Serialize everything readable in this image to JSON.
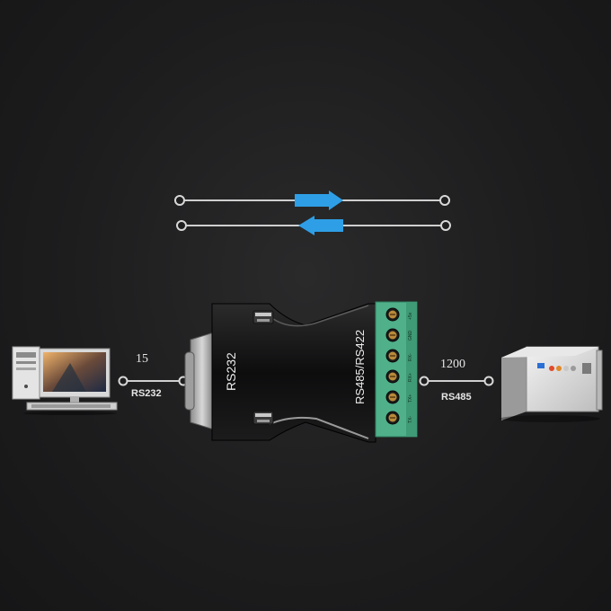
{
  "left_link": {
    "distance": "15",
    "protocol": "RS232"
  },
  "right_link": {
    "distance": "1200",
    "protocol": "RS485"
  },
  "device": {
    "left_port_label": "RS232",
    "right_port_label": "RS485/RS422",
    "terminal_labels": [
      "+5v",
      "GND",
      "RX-",
      "RX+",
      "TX+",
      "TX-"
    ]
  },
  "colors": {
    "background": "#1f1f20",
    "arrow_accent": "#2e9fe6",
    "terminal_green": "#4fb08a",
    "line": "#cfcfcf"
  },
  "icons": [
    "desktop-computer-icon",
    "industrial-equipment-icon",
    "data-flow-arrow-icon"
  ]
}
